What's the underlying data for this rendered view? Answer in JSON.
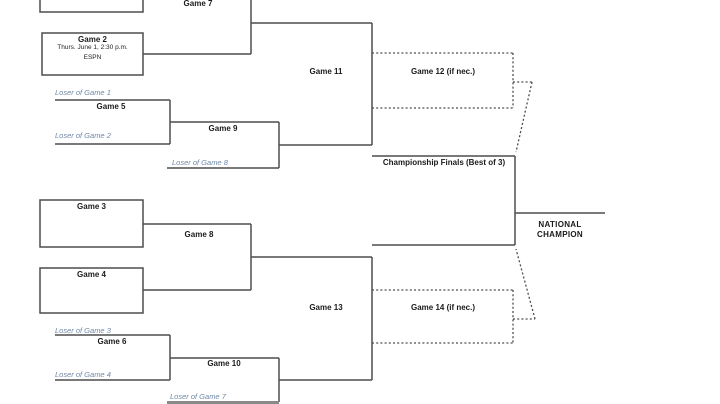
{
  "bracket": {
    "games": {
      "game2": {
        "label": "Game 2",
        "detail": "Thurs. June 1, 2:30 p.m.",
        "network": "ESPN"
      },
      "game3": {
        "label": "Game 3"
      },
      "game4": {
        "label": "Game 4"
      },
      "game5": {
        "label": "Game 5",
        "top_seed": "Loser of Game 1",
        "bottom_seed": "Loser of Game 2"
      },
      "game6": {
        "label": "Game 6",
        "top_seed": "Loser of Game 3",
        "bottom_seed": "Loser of Game 4"
      },
      "game7": {
        "label": "Game 7"
      },
      "game8": {
        "label": "Game 8"
      },
      "game9": {
        "label": "Game 9",
        "bottom_seed": "Loser of Game 8"
      },
      "game10": {
        "label": "Game 10",
        "bottom_seed": "Loser of Game 7"
      },
      "game11": {
        "label": "Game 11"
      },
      "game12": {
        "label": "Game 12 (if nec.)"
      },
      "game13": {
        "label": "Game 13"
      },
      "game14": {
        "label": "Game 14 (if nec.)"
      }
    },
    "finals": {
      "label": "Championship Finals (Best of 3)",
      "champion_line1": "NATIONAL",
      "champion_line2": "CHAMPION"
    },
    "colors": {
      "line": "#4d4d4d",
      "loser_text": "#6e88a6",
      "label_text": "#1a1a1a"
    }
  }
}
